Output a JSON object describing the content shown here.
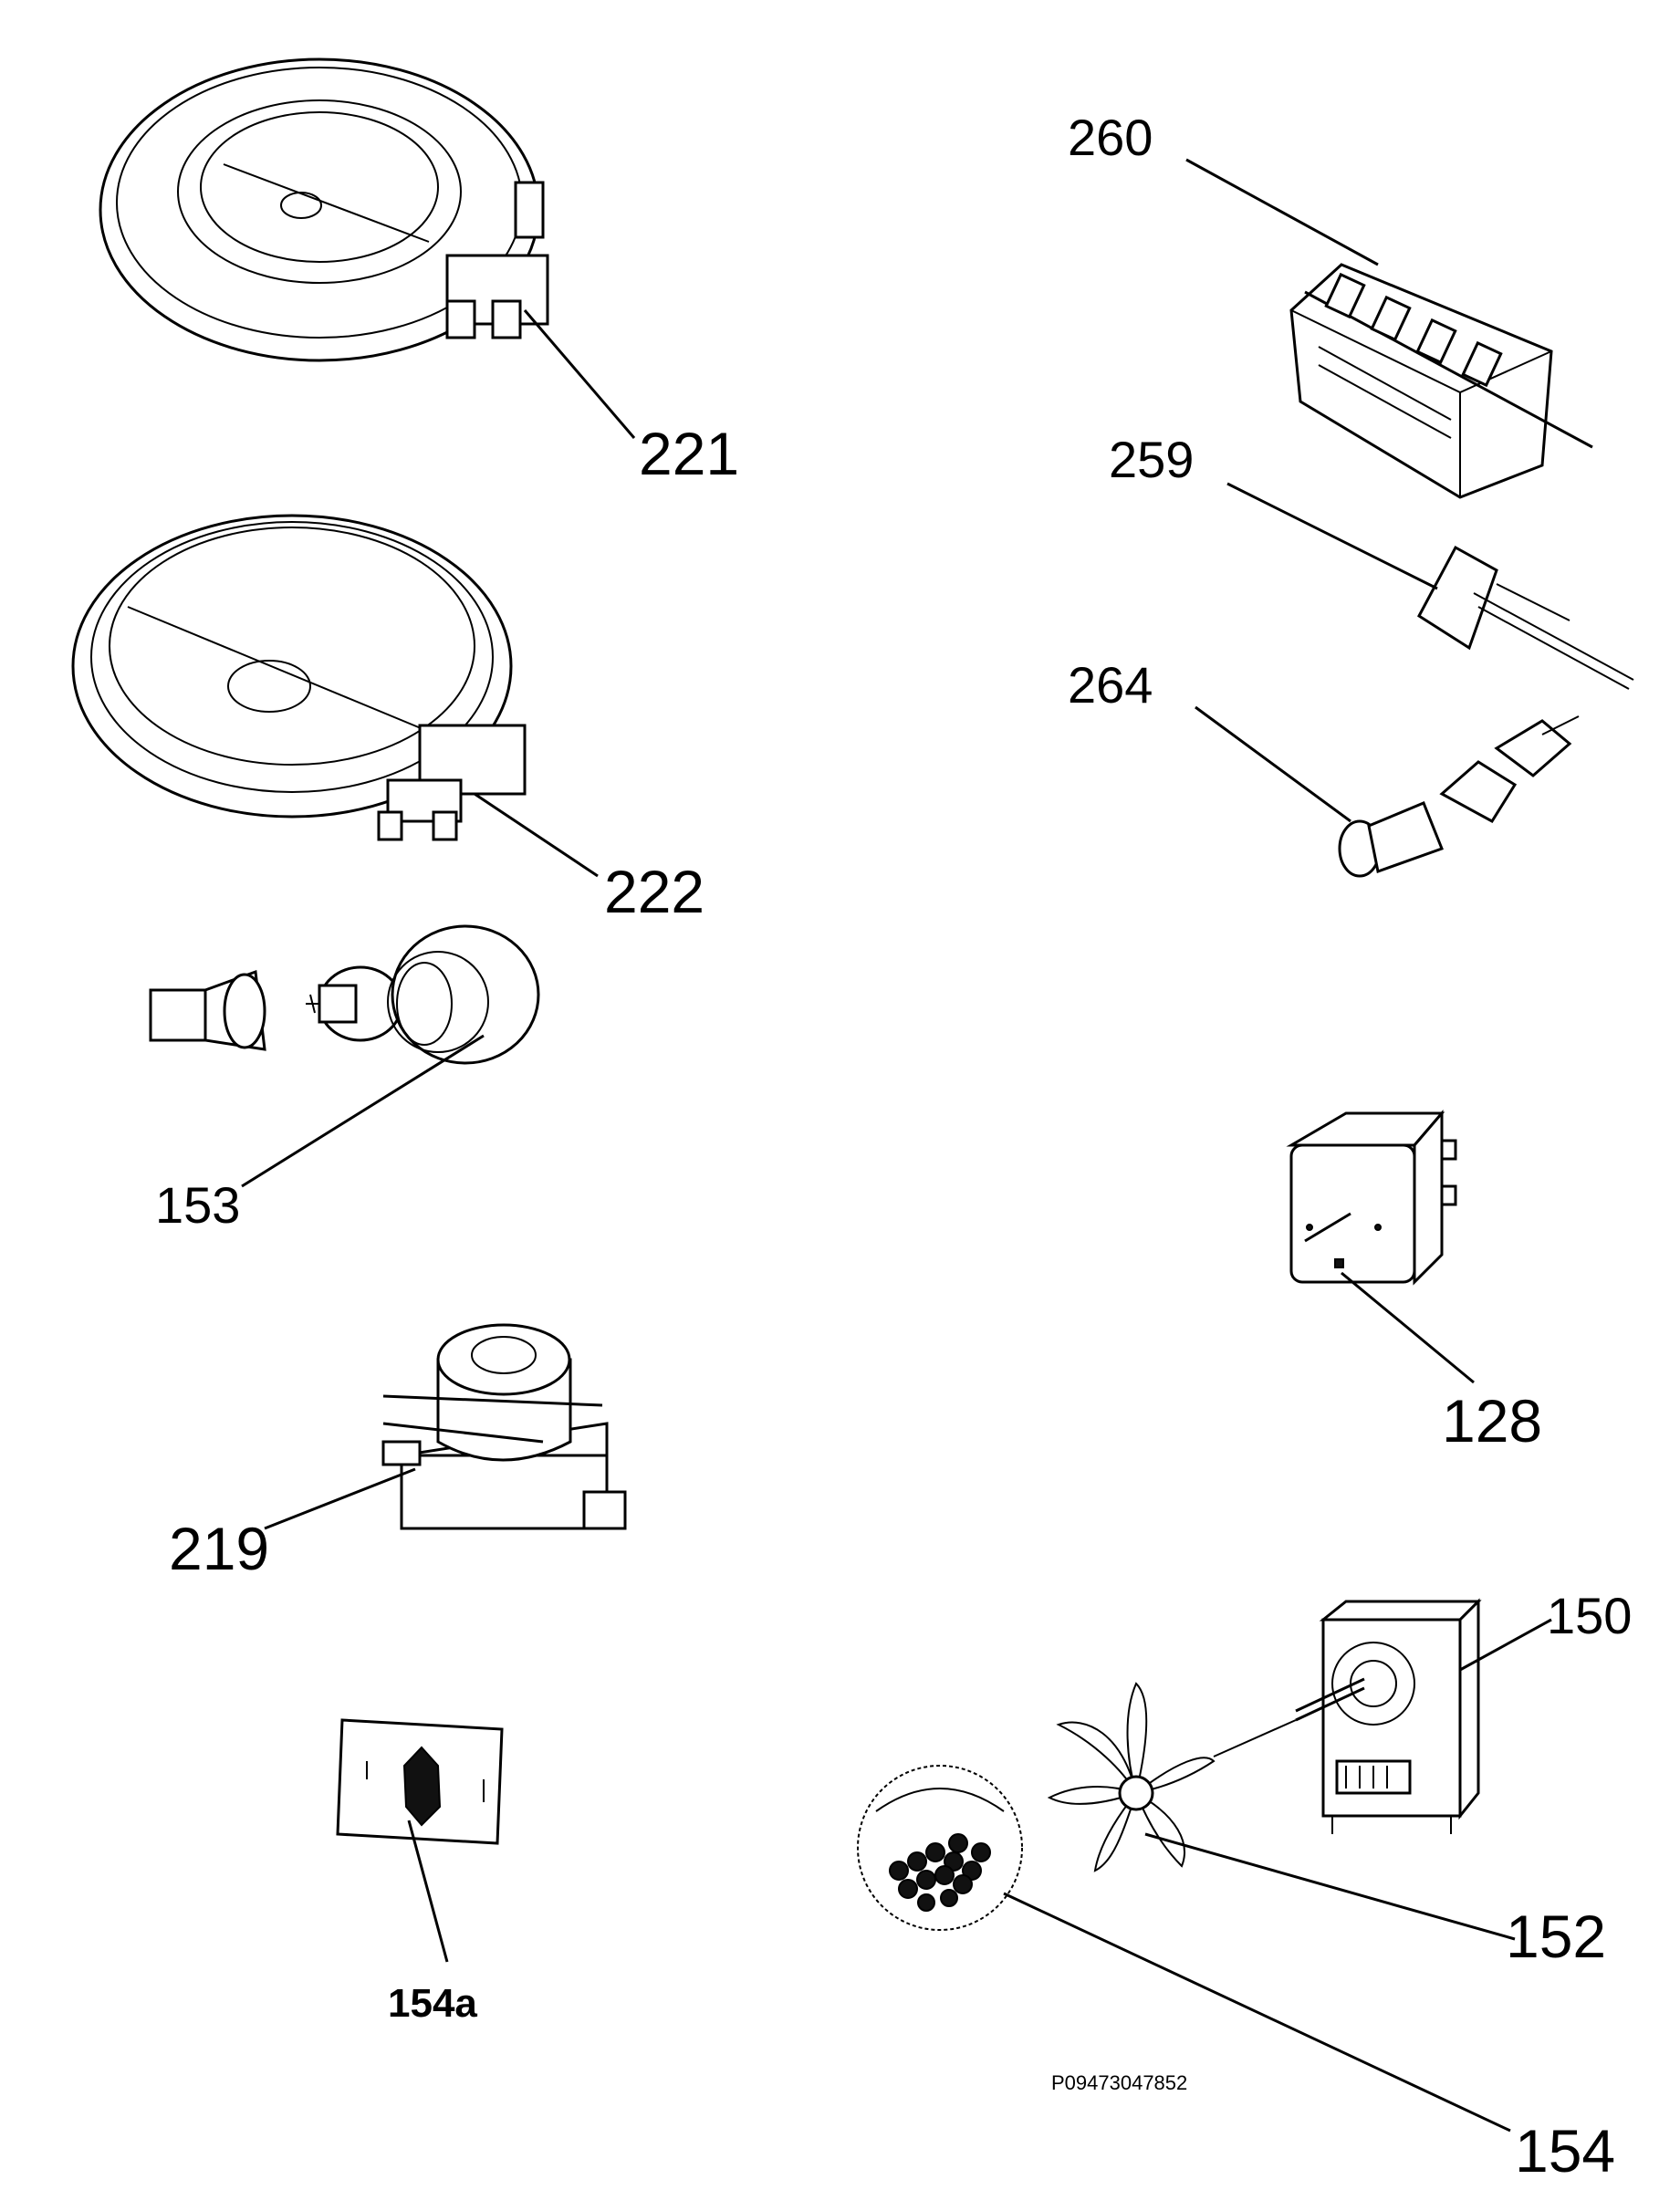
{
  "labels": {
    "p221": "221",
    "p222": "222",
    "p153": "153",
    "p219": "219",
    "p154a": "154a",
    "p260": "260",
    "p259": "259",
    "p264": "264",
    "p128": "128",
    "p150": "150",
    "p152": "152",
    "p154": "154"
  },
  "drawing_code": "P09473047852"
}
